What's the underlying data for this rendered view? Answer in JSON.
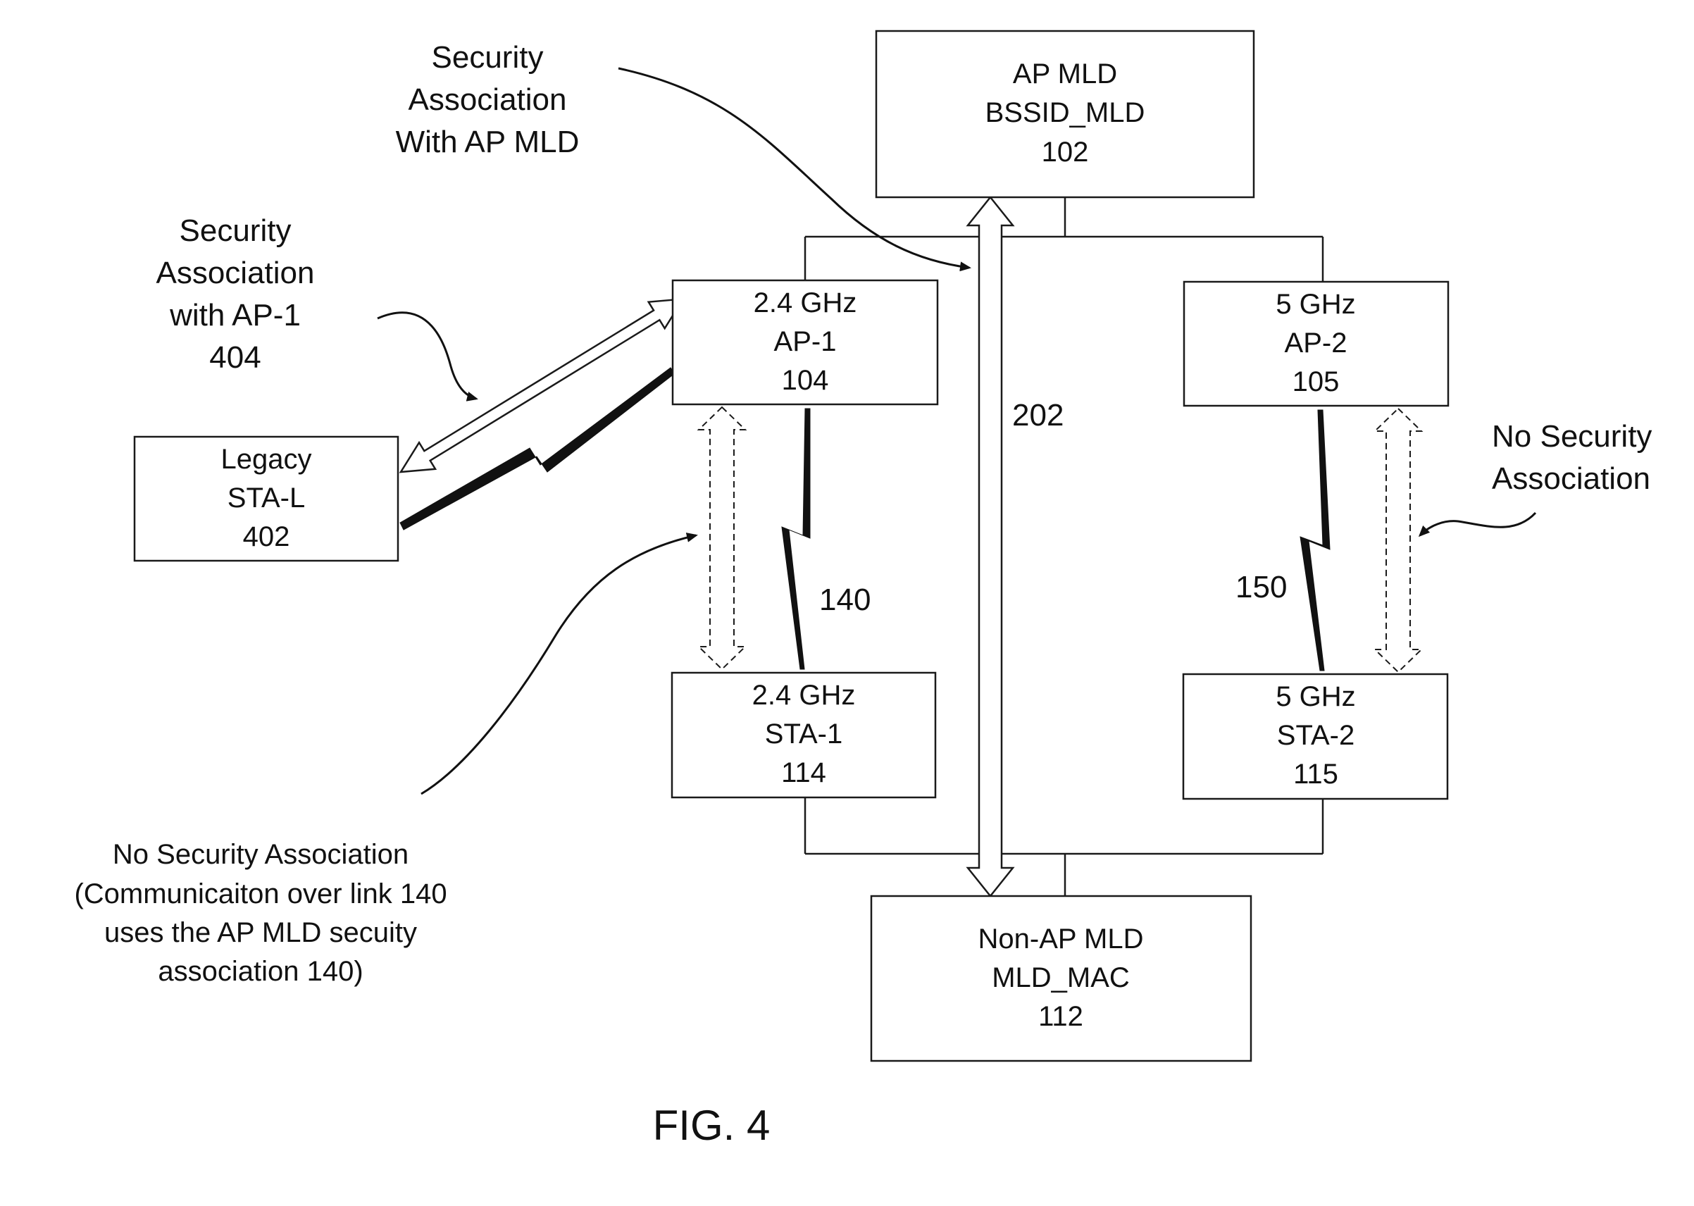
{
  "boxes": {
    "ap_mld": [
      "AP MLD",
      "BSSID_MLD",
      "102"
    ],
    "ap1": [
      "2.4 GHz",
      "AP-1",
      "104"
    ],
    "ap2": [
      "5 GHz",
      "AP-2",
      "105"
    ],
    "sta1": [
      "2.4 GHz",
      "STA-1",
      "114"
    ],
    "sta2": [
      "5 GHz",
      "STA-2",
      "115"
    ],
    "non_ap_mld": [
      "Non-AP MLD",
      "MLD_MAC",
      "112"
    ],
    "legacy": [
      "Legacy",
      "STA-L",
      "402"
    ]
  },
  "links": {
    "l202": "202",
    "l140": "140",
    "l150": "150"
  },
  "annotations": {
    "sa_ap_mld": [
      "Security",
      "Association",
      "With AP MLD"
    ],
    "sa_ap1": [
      "Security",
      "Association",
      "with AP-1",
      "404"
    ],
    "no_sa_right": [
      "No Security",
      "Association"
    ],
    "no_sa_left": [
      "No Security Association",
      "(Communicaiton over link 140",
      "uses the AP MLD secuity",
      "association 140)"
    ]
  },
  "figure_label": "FIG. 4"
}
